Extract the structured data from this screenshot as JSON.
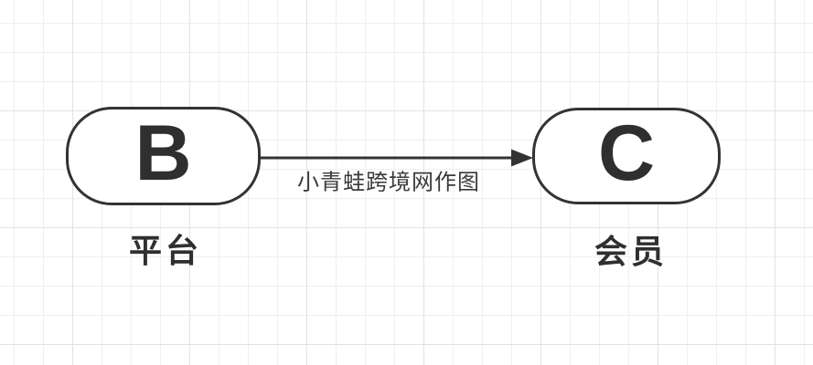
{
  "diagram": {
    "title": "B to C flow diagram",
    "nodes": [
      {
        "id": "B",
        "label": "B",
        "caption": "平台"
      },
      {
        "id": "C",
        "label": "C",
        "caption": "会员"
      }
    ],
    "edge": {
      "from": "B",
      "to": "C",
      "label": "小青蛙跨境网作图",
      "direction": "right"
    },
    "colors": {
      "stroke": "#333333",
      "node_fill": "#ffffff",
      "text": "#2f2f2f",
      "edge_label_text": "#3a3a3a",
      "grid_minor": "#efefef",
      "grid_major": "#e2e2e2",
      "background": "#ffffff"
    }
  }
}
